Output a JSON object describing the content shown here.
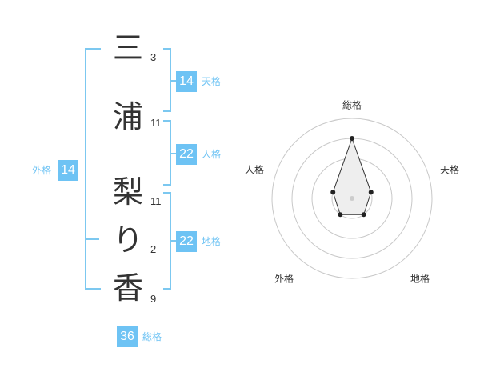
{
  "name": {
    "characters": [
      {
        "char": "三",
        "strokes": "3"
      },
      {
        "char": "浦",
        "strokes": "11"
      },
      {
        "char": "梨",
        "strokes": "11"
      },
      {
        "char": "り",
        "strokes": "2"
      },
      {
        "char": "香",
        "strokes": "9"
      }
    ]
  },
  "fortune": {
    "tenkaku": {
      "label": "天格",
      "value": "14"
    },
    "jinkaku": {
      "label": "人格",
      "value": "22"
    },
    "chikaku": {
      "label": "地格",
      "value": "22"
    },
    "gaikaku": {
      "label": "外格",
      "value": "14"
    },
    "soukaku": {
      "label": "総格",
      "value": "36"
    }
  },
  "radar": {
    "axes": [
      "総格",
      "天格",
      "地格",
      "外格",
      "人格"
    ],
    "levels": 4,
    "max": 4,
    "values": [
      3,
      1,
      1,
      1,
      1
    ],
    "colors": {
      "ring": "#c8c8c8",
      "fill": "#eeeeee",
      "line": "#333333",
      "dot": "#222222",
      "center": "#cccccc"
    }
  },
  "colors": {
    "accent": "#6ec3f4",
    "bracket": "#7cc8f0",
    "text": "#333333"
  }
}
